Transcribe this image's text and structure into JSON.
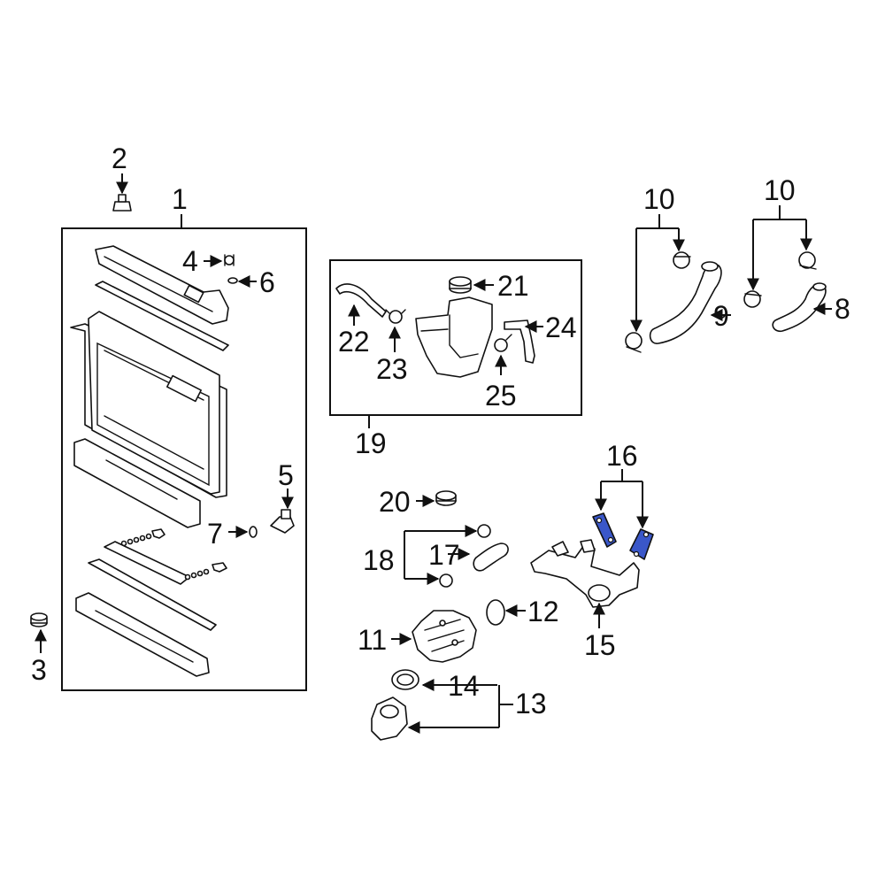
{
  "callouts": {
    "c1": "1",
    "c2": "2",
    "c3": "3",
    "c4": "4",
    "c5": "5",
    "c6": "6",
    "c7": "7",
    "c8": "8",
    "c9": "9",
    "c10a": "10",
    "c10b": "10",
    "c11": "11",
    "c12": "12",
    "c13": "13",
    "c14": "14",
    "c15": "15",
    "c16": "16",
    "c17": "17",
    "c18": "18",
    "c19": "19",
    "c20": "20",
    "c21": "21",
    "c22": "22",
    "c23": "23",
    "c24": "24",
    "c25": "25"
  },
  "colors": {
    "line": "#111111",
    "highlight": "#3a57c9",
    "background": "#ffffff"
  }
}
